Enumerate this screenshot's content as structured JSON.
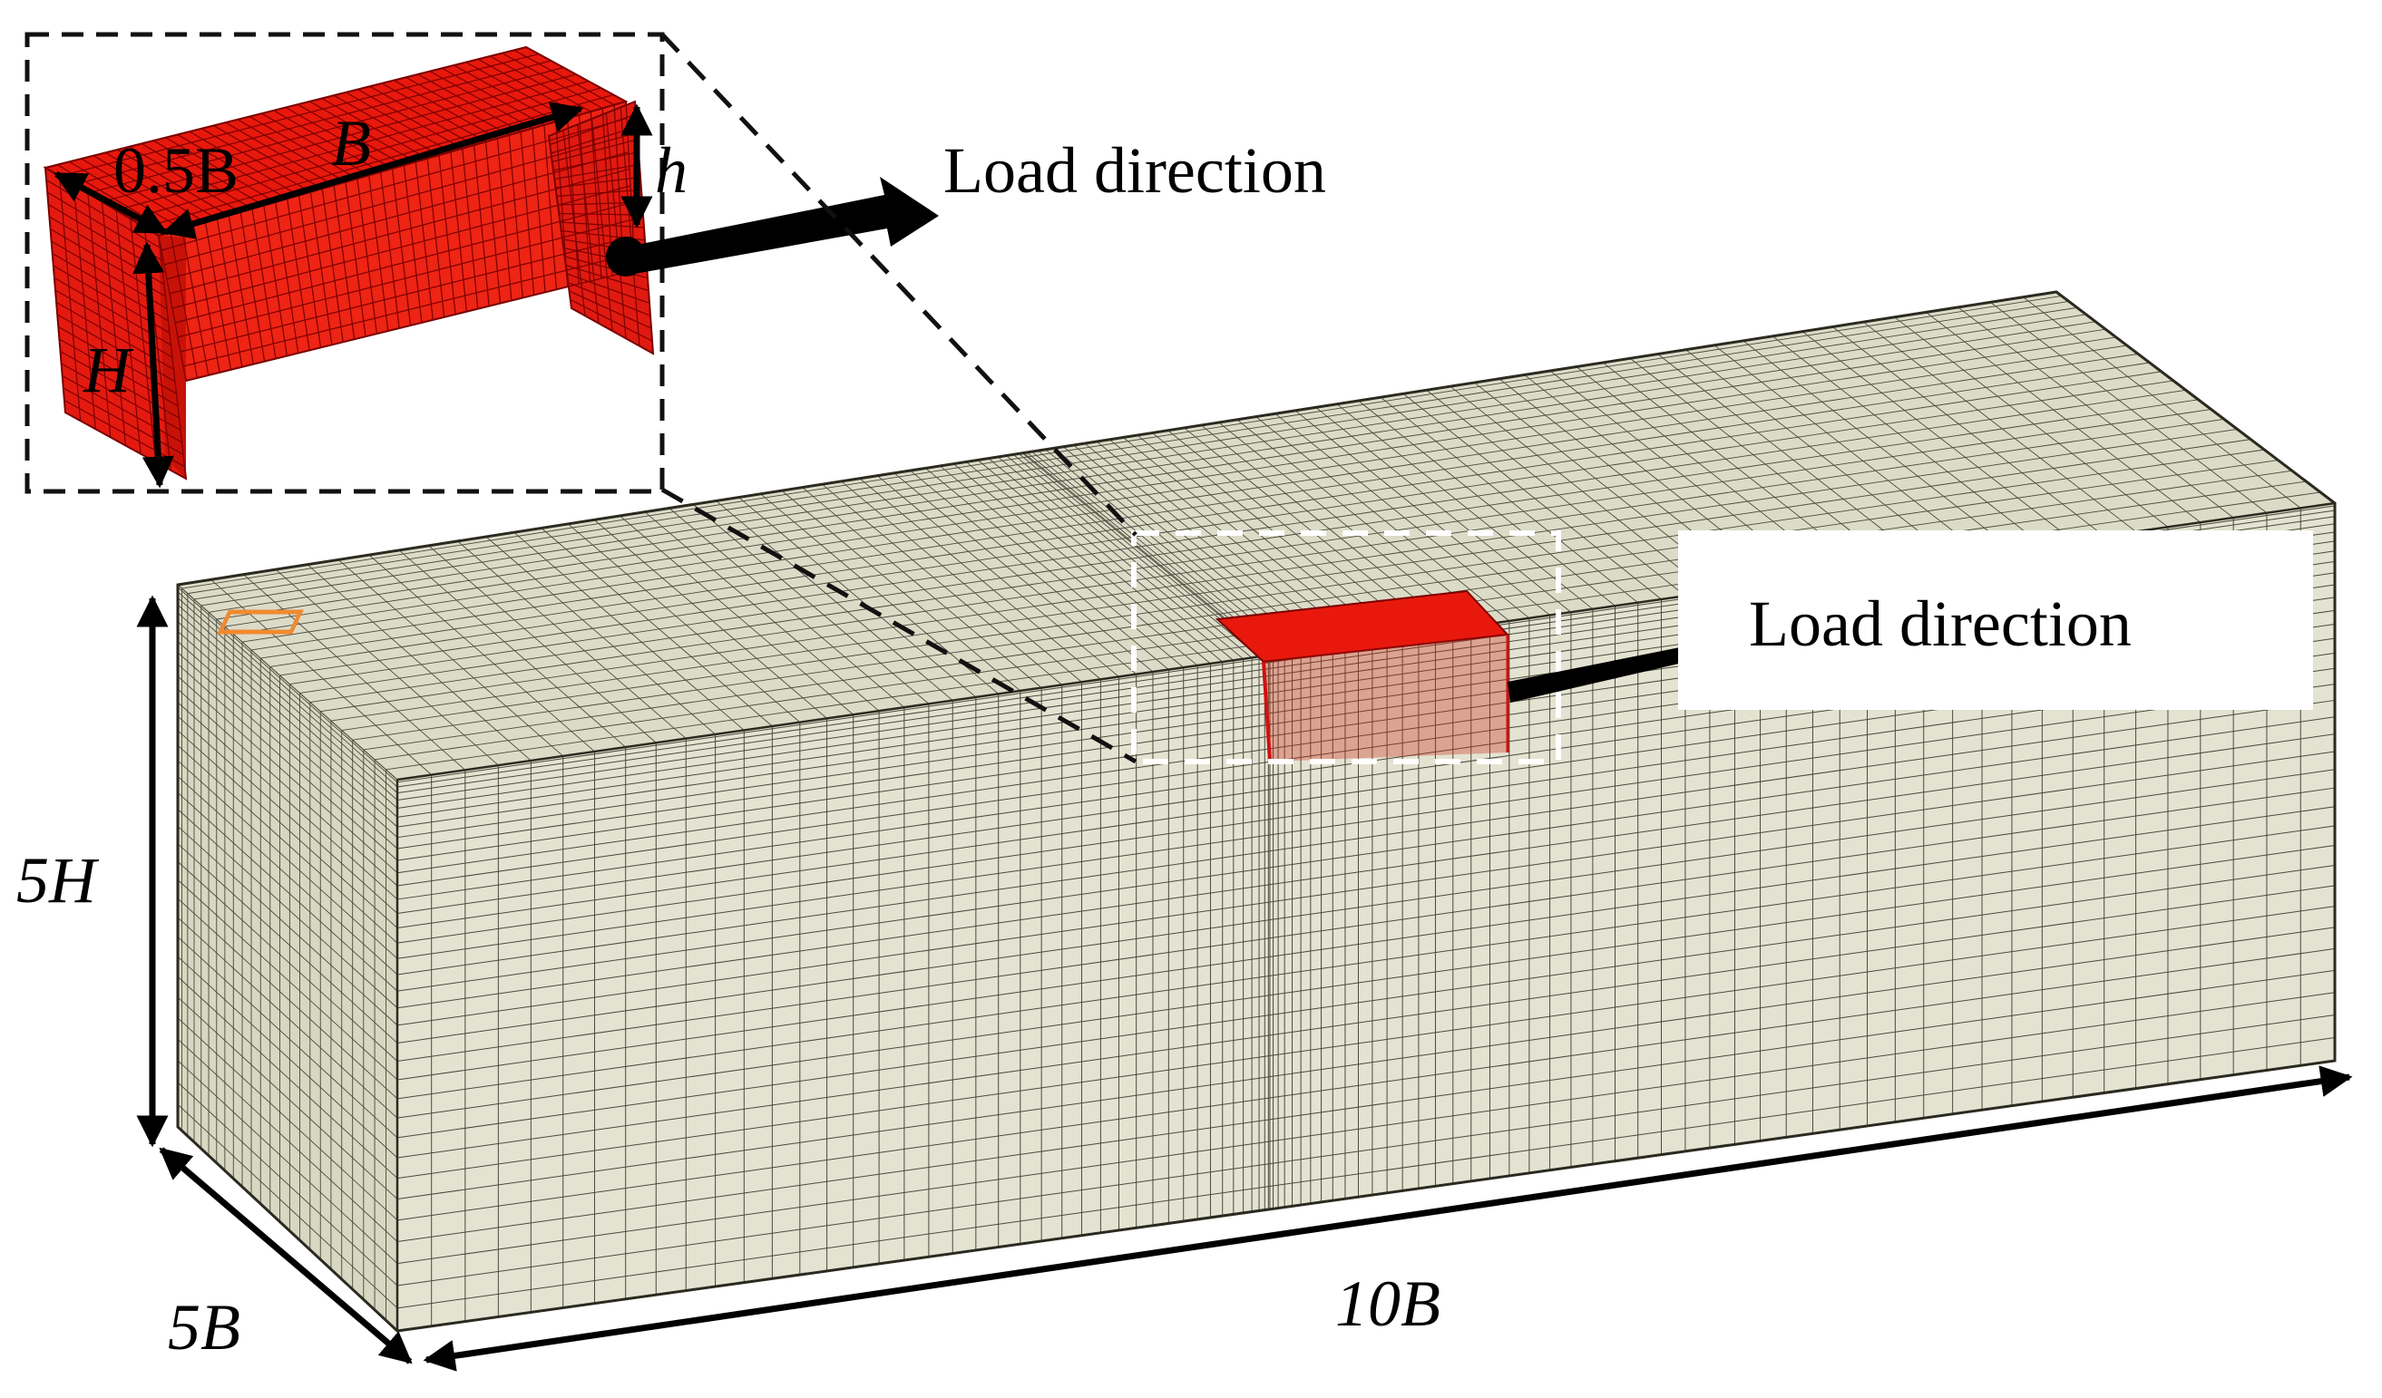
{
  "labels": {
    "load_direction_inset": "Load direction",
    "load_direction_main": "Load direction",
    "inset_width": "B",
    "inset_depth": "0.5B",
    "inset_height": "H",
    "inset_embed": "h",
    "domain_height": "5H",
    "domain_depth": "5B",
    "domain_length": "10B"
  },
  "colors": {
    "mesh_fill": "#e4e3d2",
    "mesh_line": "#4a4a3c",
    "foundation": "#e8180c",
    "foundation_line": "#7a0000",
    "marker": "#f08a30",
    "dash_black": "#111111",
    "dash_white": "#ffffff",
    "arrow": "#000000"
  }
}
